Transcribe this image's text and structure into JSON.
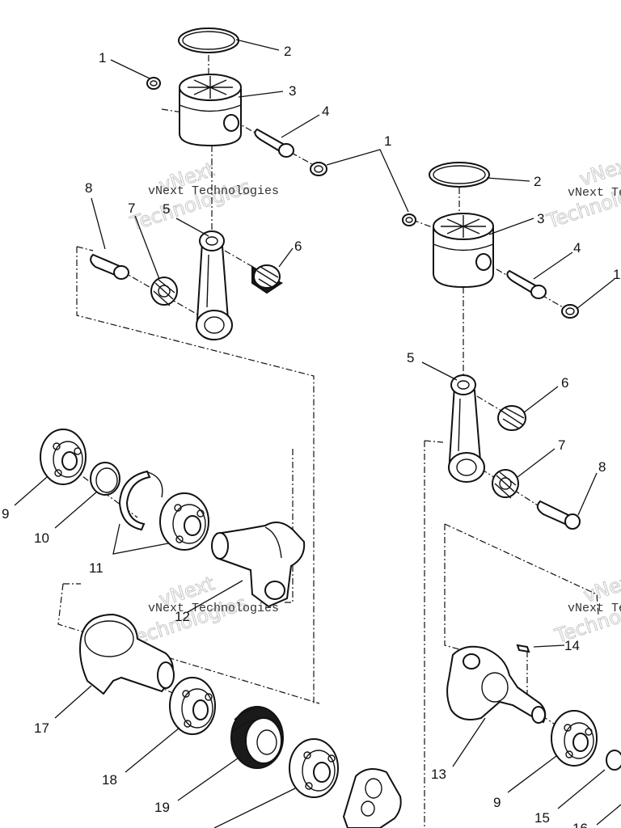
{
  "watermark": {
    "text": "vNext Technologies",
    "line1": "vNext",
    "line2": "Technologies"
  },
  "callouts": [
    {
      "id": "c1a",
      "text": "1"
    },
    {
      "id": "c2a",
      "text": "2"
    },
    {
      "id": "c3a",
      "text": "3"
    },
    {
      "id": "c4a",
      "text": "4"
    },
    {
      "id": "c1b",
      "text": "1"
    },
    {
      "id": "c2b",
      "text": "2"
    },
    {
      "id": "c3b",
      "text": "3"
    },
    {
      "id": "c4b",
      "text": "4"
    },
    {
      "id": "c1c",
      "text": "1"
    },
    {
      "id": "c8a",
      "text": "8"
    },
    {
      "id": "c7a",
      "text": "7"
    },
    {
      "id": "c5a",
      "text": "5"
    },
    {
      "id": "c6a",
      "text": "6"
    },
    {
      "id": "c5b",
      "text": "5"
    },
    {
      "id": "c6b",
      "text": "6"
    },
    {
      "id": "c7b",
      "text": "7"
    },
    {
      "id": "c8b",
      "text": "8"
    },
    {
      "id": "c9a",
      "text": "9"
    },
    {
      "id": "c10",
      "text": "10"
    },
    {
      "id": "c11",
      "text": "11"
    },
    {
      "id": "c12",
      "text": "12"
    },
    {
      "id": "c14",
      "text": "14"
    },
    {
      "id": "c17",
      "text": "17"
    },
    {
      "id": "c18",
      "text": "18"
    },
    {
      "id": "c19",
      "text": "19"
    },
    {
      "id": "c13",
      "text": "13"
    },
    {
      "id": "c9b",
      "text": "9"
    },
    {
      "id": "c15",
      "text": "15"
    },
    {
      "id": "c16",
      "text": "16"
    }
  ]
}
